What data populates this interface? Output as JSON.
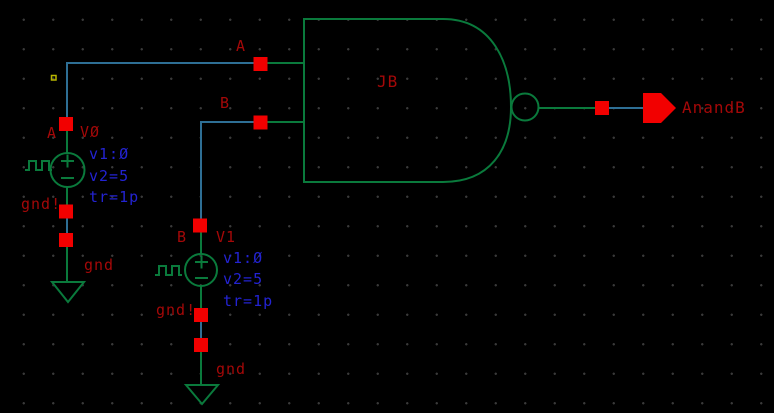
{
  "gate": {
    "instance_label": "JB"
  },
  "net_labels": {
    "a": "A",
    "b": "B"
  },
  "output": {
    "pin_label": "AnandB"
  },
  "sources": {
    "v0": {
      "pin_label": "A",
      "instance_name": "VØ",
      "params": {
        "v1": "v1:Ø",
        "v2": "v2=5",
        "tr": "tr=1p"
      },
      "gnd_net_label": "gnd!",
      "gnd_symbol_label": "gnd"
    },
    "v1": {
      "pin_label": "B",
      "instance_name": "V1",
      "params": {
        "v1": "v1:Ø",
        "v2": "v2=5",
        "tr": "tr=1p"
      },
      "gnd_net_label": "gnd!",
      "gnd_symbol_label": "gnd"
    }
  },
  "colors": {
    "background": "#000000",
    "grid_dot": "#3a3a3a",
    "wire": "#2e6f95",
    "symbol": "#0a7a3c",
    "pin_square": "#f20000",
    "label_red": "#a40808",
    "param_blue": "#2323d2",
    "origin_marker": "#b8b500"
  }
}
